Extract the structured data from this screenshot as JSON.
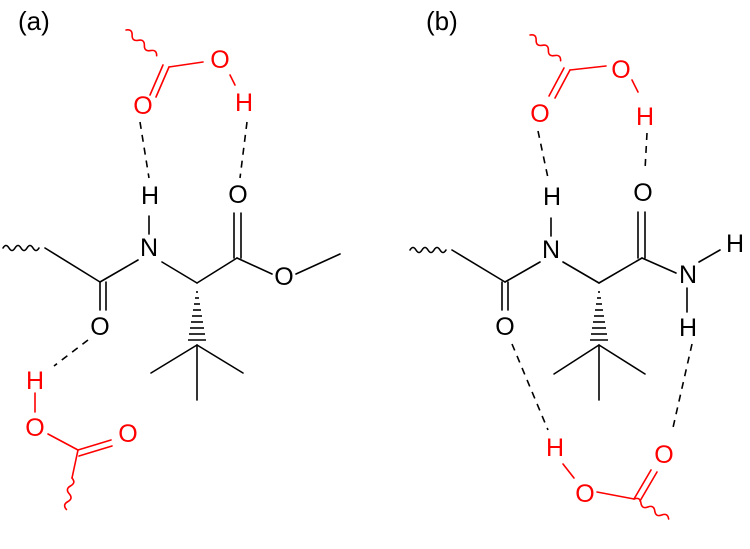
{
  "colors": {
    "molecule": "#000000",
    "partner": "#ff0000",
    "background": "#ffffff"
  },
  "panels": {
    "a": {
      "label": "(a)",
      "atoms": {
        "acid_top_o_carbonyl": "O",
        "acid_top_o_hydroxyl": "O",
        "acid_top_h": "H",
        "amide_h": "H",
        "amide_n": "N",
        "ester_o_carbonyl": "O",
        "ester_o_single": "O",
        "amide_o": "O",
        "acid_bottom_h": "H",
        "acid_bottom_o_hydroxyl": "O",
        "acid_bottom_o_carbonyl": "O"
      }
    },
    "b": {
      "label": "(b)",
      "atoms": {
        "acid_top_o_carbonyl": "O",
        "acid_top_o_hydroxyl": "O",
        "acid_top_h": "H",
        "amide_h": "H",
        "amide_n": "N",
        "terminal_o": "O",
        "terminal_n": "N",
        "terminal_h_right": "H",
        "terminal_h_down": "H",
        "amide_o": "O",
        "acid_bottom_h": "H",
        "acid_bottom_o_hydroxyl": "O",
        "acid_bottom_o_carbonyl": "O"
      }
    }
  }
}
